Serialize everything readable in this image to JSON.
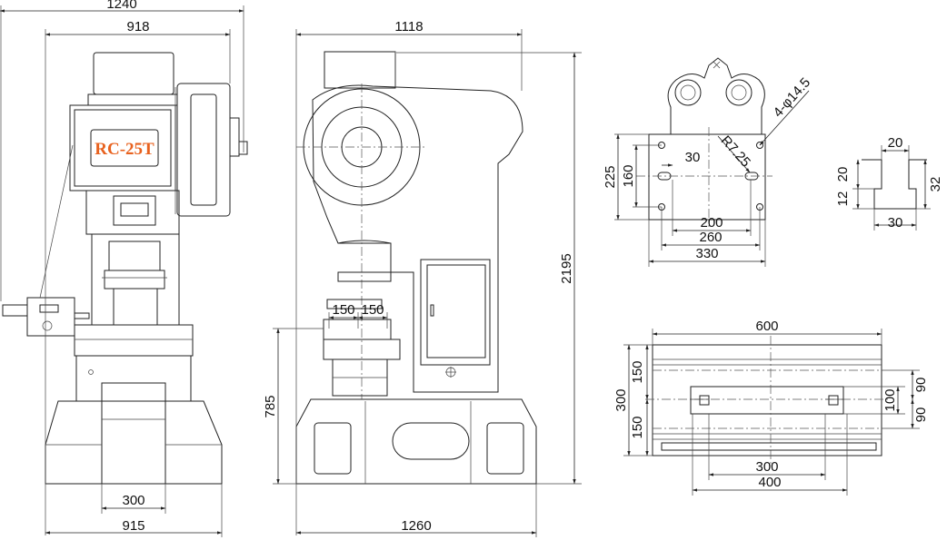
{
  "nameplate": {
    "model": "RC-25T",
    "color": "#e8621f"
  },
  "front_view": {
    "overall_width": "1240",
    "body_width": "918",
    "base_width": "915",
    "bed_opening": "300"
  },
  "side_view": {
    "depth": "1118",
    "base_length": "1260",
    "height": "2195",
    "bed_height": "785",
    "slot_left": "150",
    "slot_right": "150"
  },
  "slide_detail": {
    "hole_label": "4-φ14.5",
    "radius_label": "R7.25",
    "width_outer": "330",
    "width_mid": "260",
    "width_inner": "200",
    "offset": "30",
    "height_outer": "225",
    "height_inner": "160"
  },
  "t_slot_detail": {
    "top_width": "20",
    "bottom_width": "30",
    "height": "32",
    "neck_height": "12",
    "lower_height": "20"
  },
  "bed_plan": {
    "width": "600",
    "depth": "300",
    "band_top": "150",
    "band_bottom": "150",
    "center_gap": "100",
    "right_upper": "90",
    "right_lower": "90",
    "opening_inner": "300",
    "opening_outer": "400"
  }
}
